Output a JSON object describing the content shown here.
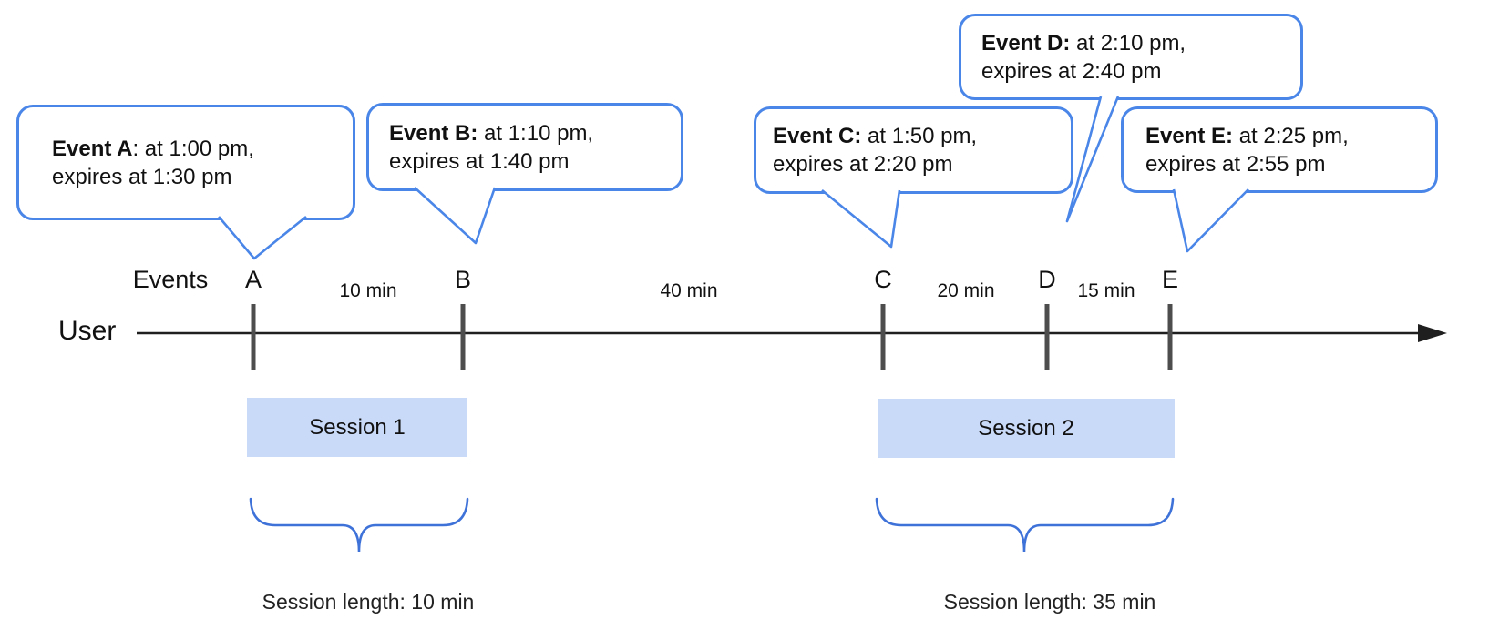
{
  "colors": {
    "bubble_border": "#4a86e8",
    "brace": "#3f72d9",
    "session_fill": "#c9daf8",
    "timeline": "#1f1f1f",
    "tick": "#4d4d4d"
  },
  "bubbles": [
    {
      "bold": "Event A",
      "rest": ": at 1:00 pm,",
      "line2": "expires at 1:30 pm"
    },
    {
      "bold": "Event B:",
      "rest": " at 1:10 pm,",
      "line2": "expires at 1:40 pm"
    },
    {
      "bold": "Event C:",
      "rest": " at 1:50 pm,",
      "line2": "expires at 2:20 pm"
    },
    {
      "bold": "Event D:",
      "rest": " at 2:10 pm,",
      "line2": "expires at 2:40 pm"
    },
    {
      "bold": "Event E:",
      "rest": " at 2:25 pm,",
      "line2": "expires at 2:55 pm"
    }
  ],
  "timeline": {
    "user_label": "User",
    "events_label": "Events",
    "ticks": [
      "A",
      "B",
      "C",
      "D",
      "E"
    ],
    "intervals": [
      "10 min",
      "40 min",
      "20 min",
      "15 min"
    ]
  },
  "sessions": [
    {
      "label": "Session 1",
      "length": "Session length: 10 min"
    },
    {
      "label": "Session 2",
      "length": "Session length: 35 min"
    }
  ]
}
